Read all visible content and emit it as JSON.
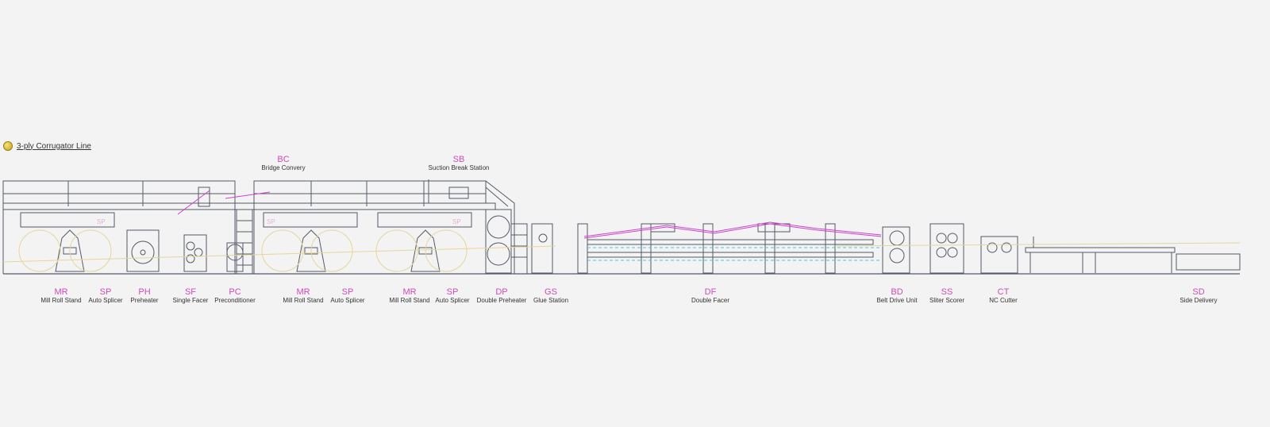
{
  "title": "3-ply Corrugator Line",
  "colors": {
    "line": "#555a66",
    "yellow": "#e3d79a",
    "magenta": "#cc44cc",
    "cyan": "#41c8d8",
    "code_text": "#d04ab8",
    "name_text": "#333333"
  },
  "top_stations": [
    {
      "code": "BC",
      "name": "Bridge Convery"
    },
    {
      "code": "SB",
      "name": "Suction Break Station"
    }
  ],
  "stations": [
    {
      "code": "MR",
      "name": "Mill Roll Stand"
    },
    {
      "code": "SP",
      "name": "Auto Splicer"
    },
    {
      "code": "PH",
      "name": "Preheater"
    },
    {
      "code": "SF",
      "name": "Single Facer"
    },
    {
      "code": "PC",
      "name": "Preconditioner"
    },
    {
      "code": "MR",
      "name": "Mill Roll Stand"
    },
    {
      "code": "SP",
      "name": "Auto Splicer"
    },
    {
      "code": "MR",
      "name": "Mill Roll Stand"
    },
    {
      "code": "SP",
      "name": "Auto Splicer"
    },
    {
      "code": "DP",
      "name": "Double Preheater"
    },
    {
      "code": "GS",
      "name": "Glue Station"
    },
    {
      "code": "DF",
      "name": "Double Facer"
    },
    {
      "code": "BD",
      "name": "Belt Drive Unit"
    },
    {
      "code": "SS",
      "name": "Sliter Scorer"
    },
    {
      "code": "CT",
      "name": "NC Cutter"
    },
    {
      "code": "SD",
      "name": "Side Delivery"
    }
  ],
  "machine_tags": [
    "SP",
    "SP",
    "SP"
  ]
}
